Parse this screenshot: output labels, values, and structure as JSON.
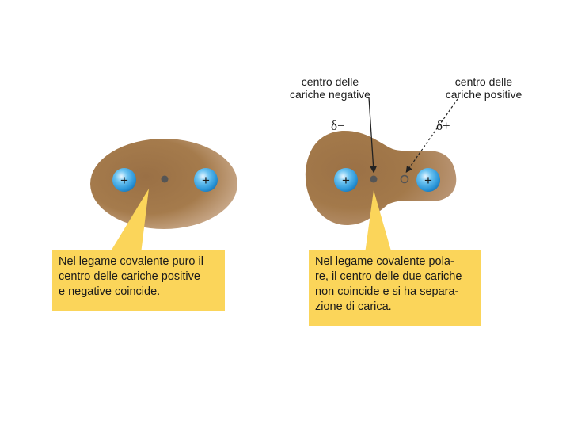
{
  "left_diagram": {
    "charge_sign_left": "+",
    "charge_sign_right": "+",
    "caption_lines": [
      "Nel legame covalente puro il",
      "centro  delle cariche positive",
      "e negative coincide."
    ]
  },
  "right_diagram": {
    "label_negative_lines": [
      "centro delle",
      "cariche negative"
    ],
    "label_positive_lines": [
      "centro delle",
      "cariche positive"
    ],
    "delta_minus": "δ−",
    "delta_plus": "δ+",
    "charge_sign_left": "+",
    "charge_sign_right": "+",
    "caption_lines": [
      "Nel  legame  covalente  pola-",
      "re, il centro delle due cariche",
      "non coincide e si ha separa-",
      "zione di carica."
    ]
  },
  "colors": {
    "cloud_dark": "#6e4d26",
    "cloud_mid": "#a07747",
    "cloud_light": "#e9d7c4",
    "nucleus": "#3aa9e6",
    "callout": "#fbd55a",
    "center_dot": "#555555"
  }
}
